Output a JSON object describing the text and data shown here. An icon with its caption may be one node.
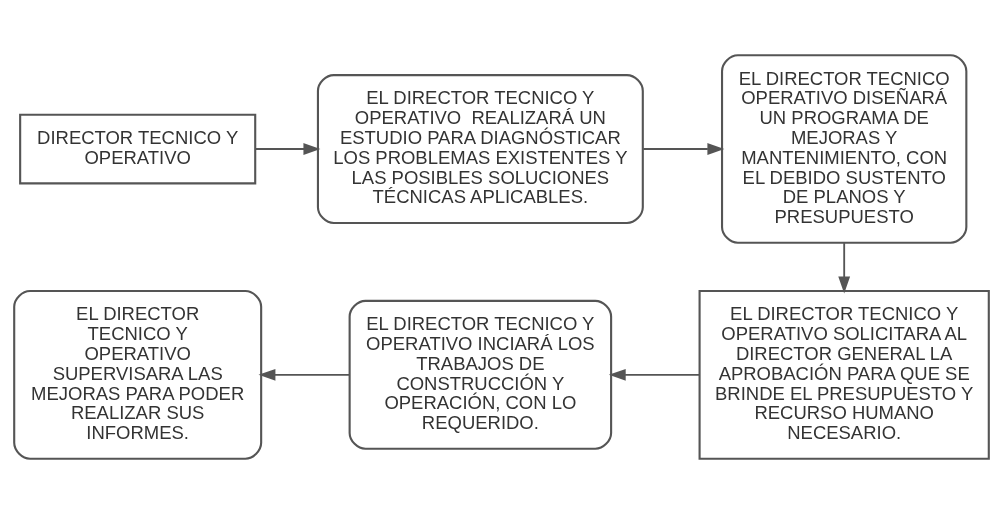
{
  "diagram": {
    "nodes": [
      {
        "text": [
          "DIRECTOR TECNICO Y OPERATIVO"
        ]
      },
      {
        "text": [
          "EL DIRECTOR TECNICO Y OPERATIVO  REALIZARÁ UN ESTUDIO PARA DIAGNÓSTICAR LOS PROBLEMAS EXISTENTES Y LAS POSIBLES SOLUCIONES TÉCNICAS APLICABLES."
        ]
      },
      {
        "text": [
          "EL DIRECTOR TECNICO OPERATIVO DISEÑARÁ UN PROGRAMA DE MEJORAS Y MANTENIMIENTO, CON EL DEBIDO SUSTENTO DE PLANOS Y PRESUPUESTO"
        ]
      },
      {
        "text": [
          "EL DIRECTOR TECNICO Y OPERATIVO SOLICITARA AL DIRECTOR GENERAL LA APROBACIÓN PARA QUE SE BRINDE EL PRESUPUESTO Y RECURSO HUMANO NECESARIO."
        ]
      },
      {
        "text": [
          "EL DIRECTOR TECNICO Y OPERATIVO INCIARÁ LOS TRABAJOS DE CONSTRUCCIÓN Y OPERACIÓN, CON LO REQUERIDO."
        ]
      },
      {
        "text": [
          "EL DIRECTOR TECNICO Y OPERATIVO SUPERVISARA LAS MEJORAS PARA PODER REALIZAR SUS INFORMES."
        ]
      }
    ],
    "edges": [
      {
        "from": 0,
        "to": 1,
        "arrow": "to"
      },
      {
        "from": 1,
        "to": 2,
        "arrow": "to"
      },
      {
        "from": 2,
        "to": 3,
        "arrow": "to"
      },
      {
        "from": 3,
        "to": 4,
        "arrow": "to"
      },
      {
        "from": 4,
        "to": 5,
        "arrow": "to"
      }
    ]
  }
}
